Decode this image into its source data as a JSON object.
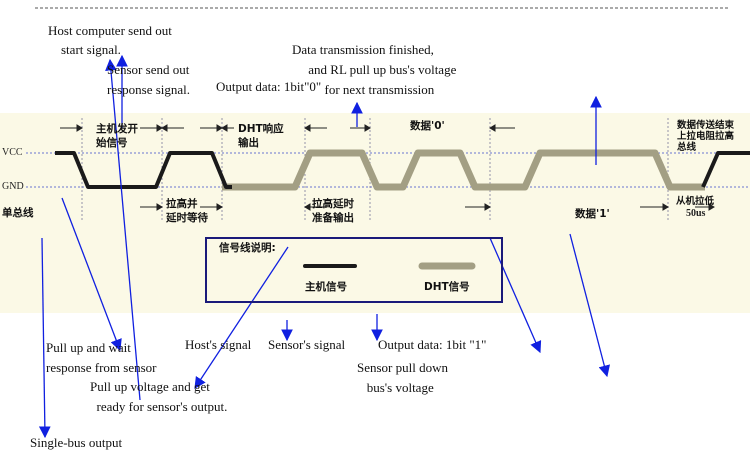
{
  "colors": {
    "host_signal": "#1a1a1a",
    "sensor_signal": "#a39f84",
    "arrow": "#1020e0",
    "band": "#fbf9e6",
    "legend_border": "#1a1a7a"
  },
  "rails": {
    "vcc": "VCC",
    "gnd": "GND",
    "bus": "单总线"
  },
  "segments": {
    "host_start": "主机发开\n始信号",
    "pull_up_wait": "拉高并\n延时等待",
    "dht_response": "DHT响应\n输出",
    "pull_high_delay": "拉高延时\n准备输出",
    "data0": "数据'0'",
    "data1": "数据'1'",
    "end_release": "数据传送结束\n上拉电阻拉高\n总线",
    "host_pull_low": "从机拉低",
    "duration_50us": "50us"
  },
  "legend": {
    "title": "信号线说明:",
    "host_label": "主机信号",
    "dht_label": "DHT信号"
  },
  "annotations": {
    "host_start": "Host computer send out\n    start signal.",
    "sensor_response": "Sensor send out\nresponse signal.",
    "output_0": "Output data: 1bit\"0\"",
    "finished": "Data transmission finished,\n     and RL pull up bus's voltage\n          for next transmission",
    "pull_up_wait": "Pull up and wait\nresponse from sensor",
    "hosts_signal": "Host's signal",
    "sensors_signal": "Sensor's signal",
    "output_1": "Output data: 1bit \"1\"",
    "pull_down": "Sensor pull down\n   bus's voltage",
    "pull_up_ready": "Pull up voltage and get\n  ready for sensor's output.",
    "single_bus": "Single-bus output"
  }
}
